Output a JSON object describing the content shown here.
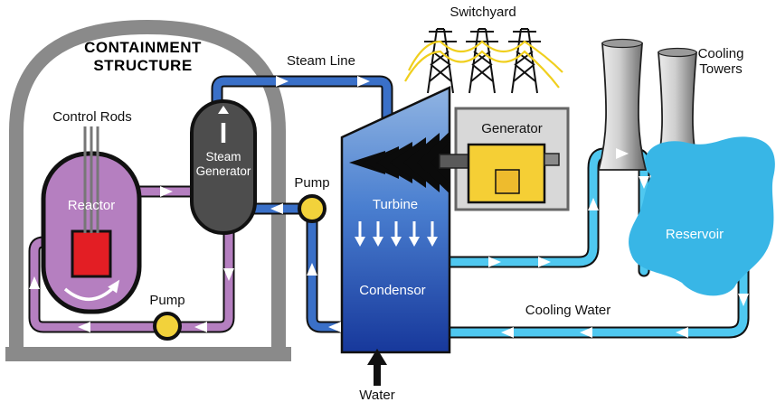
{
  "diagram": {
    "title_line1": "CONTAINMENT",
    "title_line2": "STRUCTURE",
    "labels": {
      "control_rods": "Control Rods",
      "reactor": "Reactor",
      "steam_generator_line1": "Steam",
      "steam_generator_line2": "Generator",
      "steam_line": "Steam Line",
      "pump_top": "Pump",
      "pump_bottom": "Pump",
      "turbine": "Turbine",
      "condenser": "Condensor",
      "generator": "Generator",
      "switchyard": "Switchyard",
      "cooling_towers_line1": "Cooling",
      "cooling_towers_line2": "Towers",
      "reservoir": "Reservoir",
      "cooling_water": "Cooling Water",
      "water": "Water"
    },
    "colors": {
      "containment": "#8a8a8a",
      "reactor": "#b57fc0",
      "core": "#e31e24",
      "steam_generator": "#4d4d4d",
      "primary_pipe": "#b57fc0",
      "water_pipe": "#3a70c8",
      "cooling_pipe": "#4fc8f0",
      "pump": "#f2d23b",
      "turbine_light": "#8fb2e0",
      "turbine_dark": "#17389b",
      "generator_box": "#d8d8d8",
      "generator_unit": "#f5cf35",
      "shaft": "#5a5a5a",
      "reservoir": "#38b6e6",
      "wire": "#f0cf1e"
    }
  }
}
